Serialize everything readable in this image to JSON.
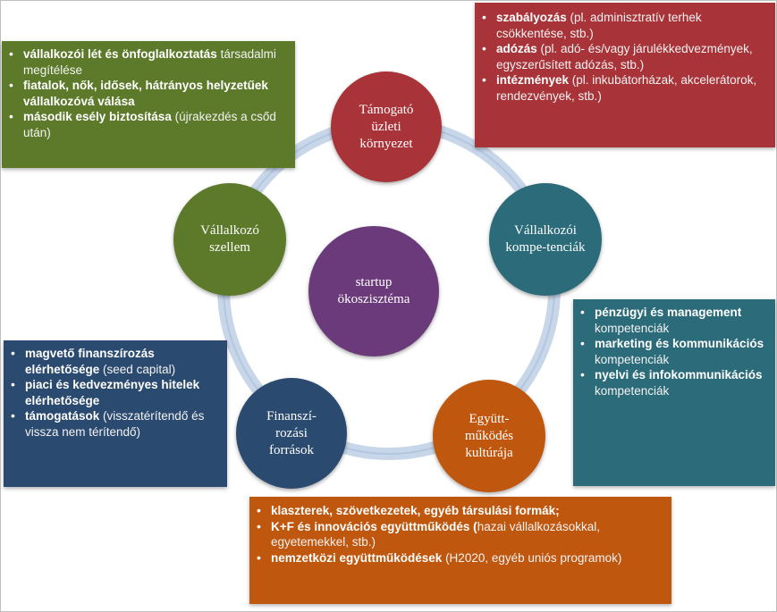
{
  "center": {
    "label": "startup ökoszisztéma"
  },
  "nodes": [
    {
      "id": "tamogato",
      "label": "Támogató üzleti környezet",
      "color": "#a83338"
    },
    {
      "id": "kompetenciak",
      "label": "Vállalkozói kompe-tenciák",
      "color": "#2b6b7a"
    },
    {
      "id": "egyuttmukodes",
      "label": "Együtt-működés kultúrája",
      "color": "#c0570e"
    },
    {
      "id": "finanszirozas",
      "label": "Finanszí-rozási források",
      "color": "#2b4a6f"
    },
    {
      "id": "szellem",
      "label": "Vállalkozó szellem",
      "color": "#5d7a2a"
    }
  ],
  "center_color": "#6b3a7a",
  "boxes": {
    "szellem": {
      "color": "#5d7a2a",
      "items": [
        {
          "bold": "vállalkozói lét és önfoglalkoztatás",
          "rest": " társadalmi megítélése"
        },
        {
          "bold": "fiatalok, nők, idősek, hátrányos helyzetűek vállalkozóvá válása",
          "rest": ""
        },
        {
          "bold": "második esély biztosítása",
          "rest": " (újrakezdés a csőd után)"
        }
      ]
    },
    "tamogato": {
      "color": "#a83338",
      "items": [
        {
          "bold": "szabályozás",
          "rest": " (pl. adminisztratív terhek csökkentése, stb.)"
        },
        {
          "bold": "adózás",
          "rest": " (pl. adó- és/vagy járulékkedvezmények, egyszerűsített adózás, stb.)"
        },
        {
          "bold": "intézmények",
          "rest": " (pl. inkubátorházak, akcelerátorok, rendezvények, stb.)"
        }
      ]
    },
    "kompetenciak": {
      "color": "#2b6b7a",
      "items": [
        {
          "bold": "pénzügyi és management",
          "rest": " kompetenciák"
        },
        {
          "bold": "marketing és kommunikációs",
          "rest": " kompetenciák"
        },
        {
          "bold": "nyelvi és infokommunikációs",
          "rest": " kompetenciák"
        }
      ]
    },
    "finanszirozas": {
      "color": "#2b4a6f",
      "items": [
        {
          "bold": "magvető finanszírozás elérhetősége",
          "rest": " (seed capital)"
        },
        {
          "bold": "piaci és kedvezményes hitelek elérhetősége",
          "rest": ""
        },
        {
          "bold": "támogatások",
          "rest": " (visszatérítendő és vissza nem térítendő)"
        }
      ]
    },
    "egyuttmukodes": {
      "color": "#c0570e",
      "items": [
        {
          "bold": "klaszterek, szövetkezetek, egyéb társulási formák;",
          "rest": ""
        },
        {
          "bold": "K+F és innovációs együttműködés (",
          "rest": "hazai vállalkozásokkal, egyetemekkel, stb.)"
        },
        {
          "bold": "nemzetközi együttműködések",
          "rest": " (H2020, egyéb uniós programok)"
        }
      ]
    }
  }
}
